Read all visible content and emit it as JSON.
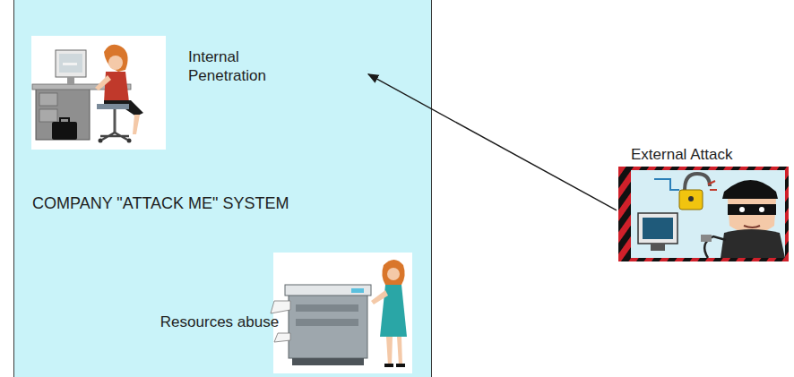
{
  "diagram": {
    "nodes": [
      {
        "text": [
          "COMPANY \"ATTACK ME\" SYSTEM"
        ]
      },
      {
        "text": [
          "Internal Penetration"
        ],
        "in": 0
      },
      {
        "text": [
          "Resources abuse"
        ],
        "in": 0
      },
      {
        "text": [
          "External Attack"
        ]
      }
    ],
    "edges": [
      {
        "from": 3,
        "to": 1,
        "arrow": "to"
      }
    ]
  }
}
